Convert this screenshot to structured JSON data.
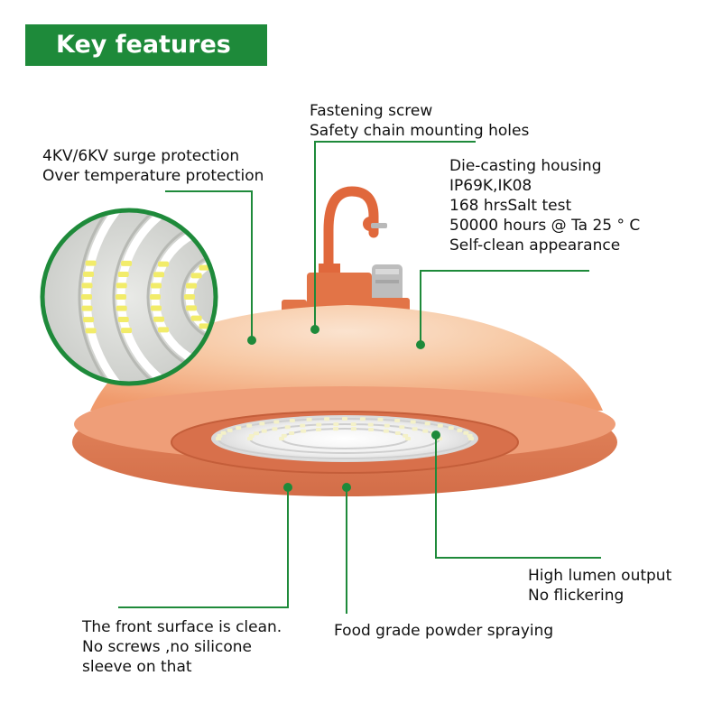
{
  "banner": {
    "title": "Key features"
  },
  "colors": {
    "accent": "#1e8a3a",
    "housing": "#e8865c",
    "leader": "#1e8a3a",
    "dot": "#1e8a3a"
  },
  "callouts": {
    "fastening": [
      "Fastening screw",
      "Safety chain mounting holes"
    ],
    "surge": [
      "4KV/6KV surge protection",
      "Over temperature protection"
    ],
    "housing": [
      "Die-casting housing",
      "IP69K,IK08",
      "168 hrsSalt test",
      "50000 hours @ Ta 25 ° C",
      "Self-clean appearance"
    ],
    "lumen": [
      "High lumen output",
      "No flickering"
    ],
    "front": [
      "The front surface is clean.",
      "No screws ,no silicone",
      "sleeve on that"
    ],
    "powder": [
      "Food grade powder spraying"
    ]
  },
  "icons": {
    "hook": "hook-icon",
    "connector": "cable-gland-icon",
    "led": "led-chip-icon"
  }
}
